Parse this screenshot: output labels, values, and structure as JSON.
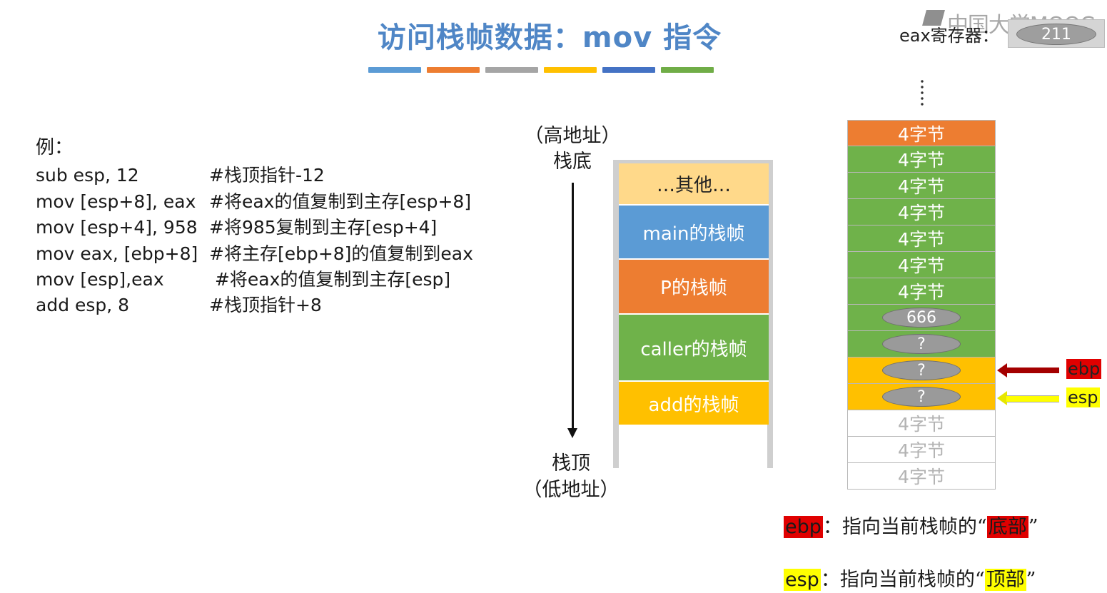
{
  "title": "访问栈帧数据：mov 指令",
  "title_bar_colors": [
    "#5b9bd5",
    "#ed7d31",
    "#a5a5a5",
    "#ffc000",
    "#4472c4",
    "#70ad47"
  ],
  "watermark": "中国大学MOOC",
  "register": {
    "label": "eax寄存器：",
    "value": "211"
  },
  "code": {
    "title": "例：",
    "rows": [
      {
        "instr": "sub esp, 12",
        "comment": "#栈顶指针-12"
      },
      {
        "instr": "mov [esp+8], eax",
        "comment": "#将eax的值复制到主存[esp+8]"
      },
      {
        "instr": "mov [esp+4], 958",
        "comment": "#将985复制到主存[esp+4]"
      },
      {
        "instr": "mov eax, [ebp+8]",
        "comment": "#将主存[ebp+8]的值复制到eax"
      },
      {
        "instr": "mov [esp],eax",
        "comment": " #将eax的值复制到主存[esp]"
      },
      {
        "instr": "add esp, 8",
        "comment": "#栈顶指针+8"
      }
    ]
  },
  "addresses": {
    "high": "（高地址）",
    "bottom": "栈底",
    "top": "栈顶",
    "low": "（低地址）"
  },
  "frames": [
    {
      "label": "…其他…",
      "color": "#ffd98a",
      "text_color": "#222222"
    },
    {
      "label": "main的栈帧",
      "color": "#5b9bd5",
      "text_color": "#ffffff"
    },
    {
      "label": "P的栈帧",
      "color": "#ed7d31",
      "text_color": "#ffffff"
    },
    {
      "label": "caller的栈帧",
      "color": "#6fb24a",
      "text_color": "#ffffff"
    },
    {
      "label": "add的栈帧",
      "color": "#ffc000",
      "text_color": "#ffffff"
    }
  ],
  "stack_cells": [
    {
      "label": "4字节",
      "color": "#ed7d31",
      "kind": "text"
    },
    {
      "label": "4字节",
      "color": "#6fb24a",
      "kind": "text"
    },
    {
      "label": "4字节",
      "color": "#6fb24a",
      "kind": "text"
    },
    {
      "label": "4字节",
      "color": "#6fb24a",
      "kind": "text"
    },
    {
      "label": "4字节",
      "color": "#6fb24a",
      "kind": "text"
    },
    {
      "label": "4字节",
      "color": "#6fb24a",
      "kind": "text"
    },
    {
      "label": "4字节",
      "color": "#6fb24a",
      "kind": "text"
    },
    {
      "label": "666",
      "color": "#6fb24a",
      "kind": "oval"
    },
    {
      "label": "?",
      "color": "#6fb24a",
      "kind": "oval"
    },
    {
      "label": "?",
      "color": "#ffc000",
      "kind": "oval"
    },
    {
      "label": "?",
      "color": "#ffc000",
      "kind": "oval"
    },
    {
      "label": "4字节",
      "color": "#ffffff",
      "kind": "white"
    },
    {
      "label": "4字节",
      "color": "#ffffff",
      "kind": "white"
    },
    {
      "label": "4字节",
      "color": "#ffffff",
      "kind": "white"
    }
  ],
  "pointers": {
    "ebp": "ebp",
    "esp": "esp"
  },
  "legend": [
    {
      "tag": "ebp",
      "tag_color": "#e00000",
      "text": "：指向当前栈帧的“",
      "highlight": "底部",
      "highlight_color": "#e00000",
      "close": "”"
    },
    {
      "tag": "esp",
      "tag_color": "#ffff00",
      "text": "：指向当前栈帧的“",
      "highlight": "顶部",
      "highlight_color": "#ffff00",
      "close": "”"
    }
  ]
}
